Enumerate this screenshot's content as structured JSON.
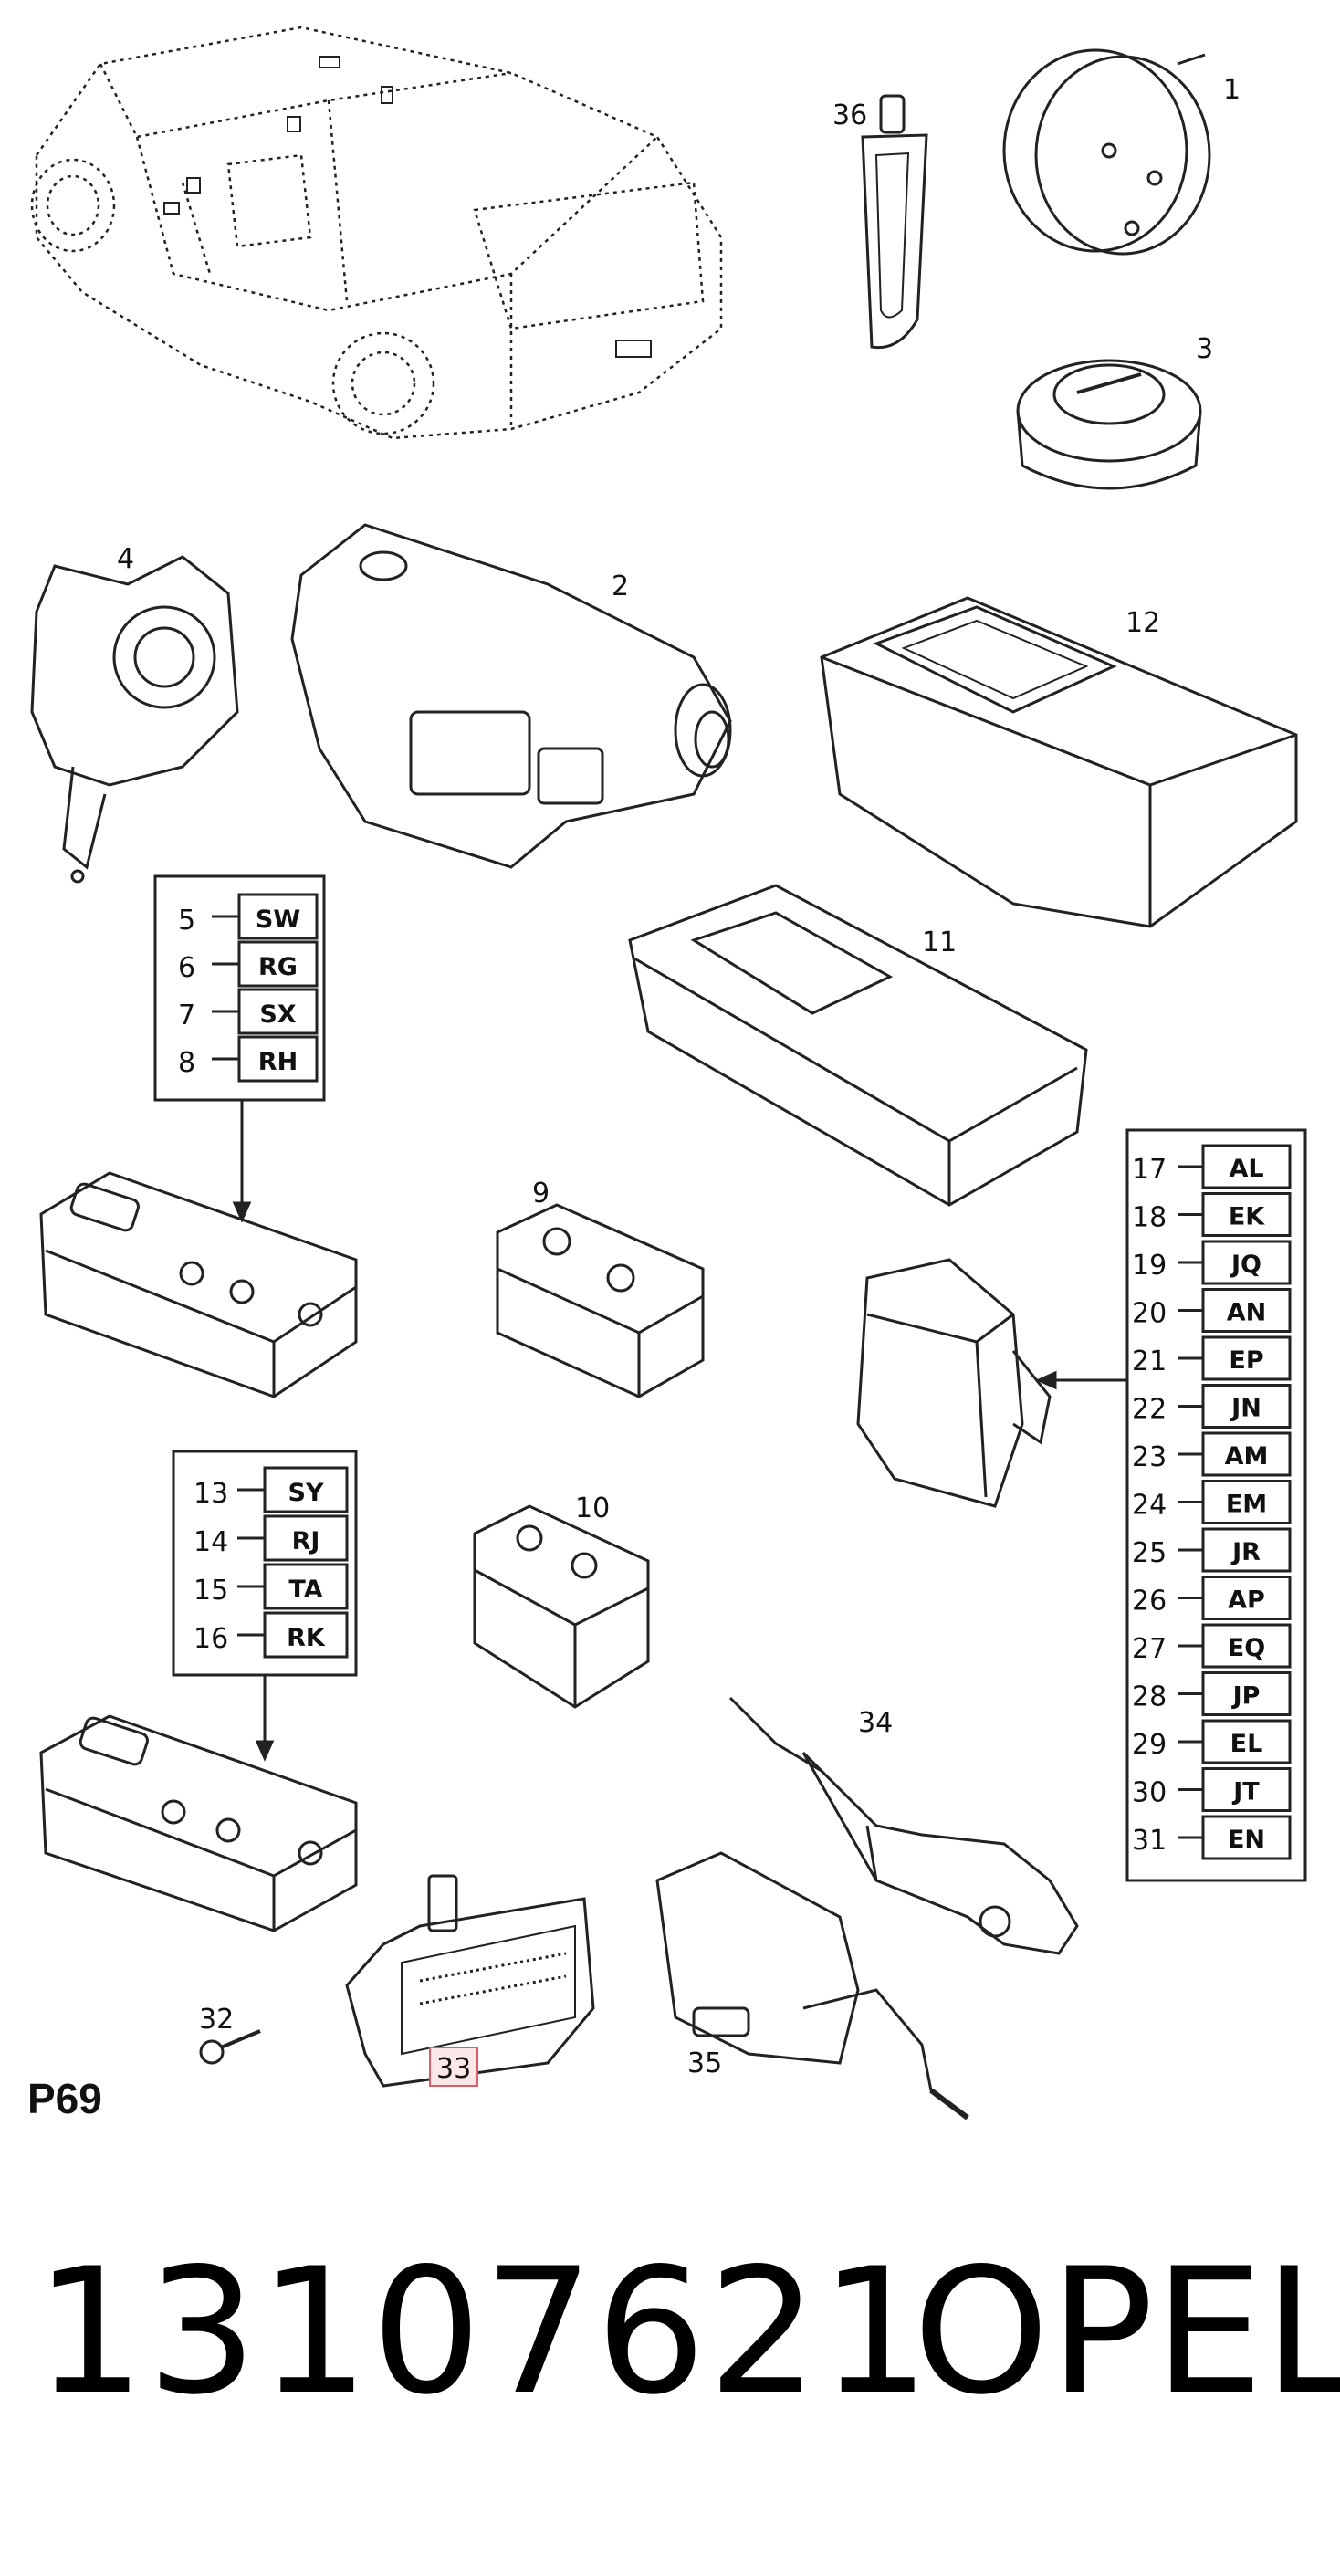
{
  "page_label": "P69",
  "part_number": "13107621",
  "brand": "OPEL",
  "highlight_color": "#e05a6a",
  "callouts": {
    "c1": "1",
    "c2": "2",
    "c3": "3",
    "c4": "4",
    "c9": "9",
    "c10": "10",
    "c11": "11",
    "c12": "12",
    "c32": "32",
    "c33": "33",
    "c34": "34",
    "c35": "35",
    "c36": "36"
  },
  "legend_a": [
    {
      "num": "5",
      "code": "SW"
    },
    {
      "num": "6",
      "code": "RG"
    },
    {
      "num": "7",
      "code": "SX"
    },
    {
      "num": "8",
      "code": "RH"
    }
  ],
  "legend_b": [
    {
      "num": "13",
      "code": "SY"
    },
    {
      "num": "14",
      "code": "RJ"
    },
    {
      "num": "15",
      "code": "TA"
    },
    {
      "num": "16",
      "code": "RK"
    }
  ],
  "legend_c": [
    {
      "num": "17",
      "code": "AL"
    },
    {
      "num": "18",
      "code": "EK"
    },
    {
      "num": "19",
      "code": "JQ"
    },
    {
      "num": "20",
      "code": "AN"
    },
    {
      "num": "21",
      "code": "EP"
    },
    {
      "num": "22",
      "code": "JN"
    },
    {
      "num": "23",
      "code": "AM"
    },
    {
      "num": "24",
      "code": "EM"
    },
    {
      "num": "25",
      "code": "JR"
    },
    {
      "num": "26",
      "code": "AP"
    },
    {
      "num": "27",
      "code": "EQ"
    },
    {
      "num": "28",
      "code": "JP"
    },
    {
      "num": "29",
      "code": "EL"
    },
    {
      "num": "30",
      "code": "JT"
    },
    {
      "num": "31",
      "code": "EN"
    }
  ]
}
